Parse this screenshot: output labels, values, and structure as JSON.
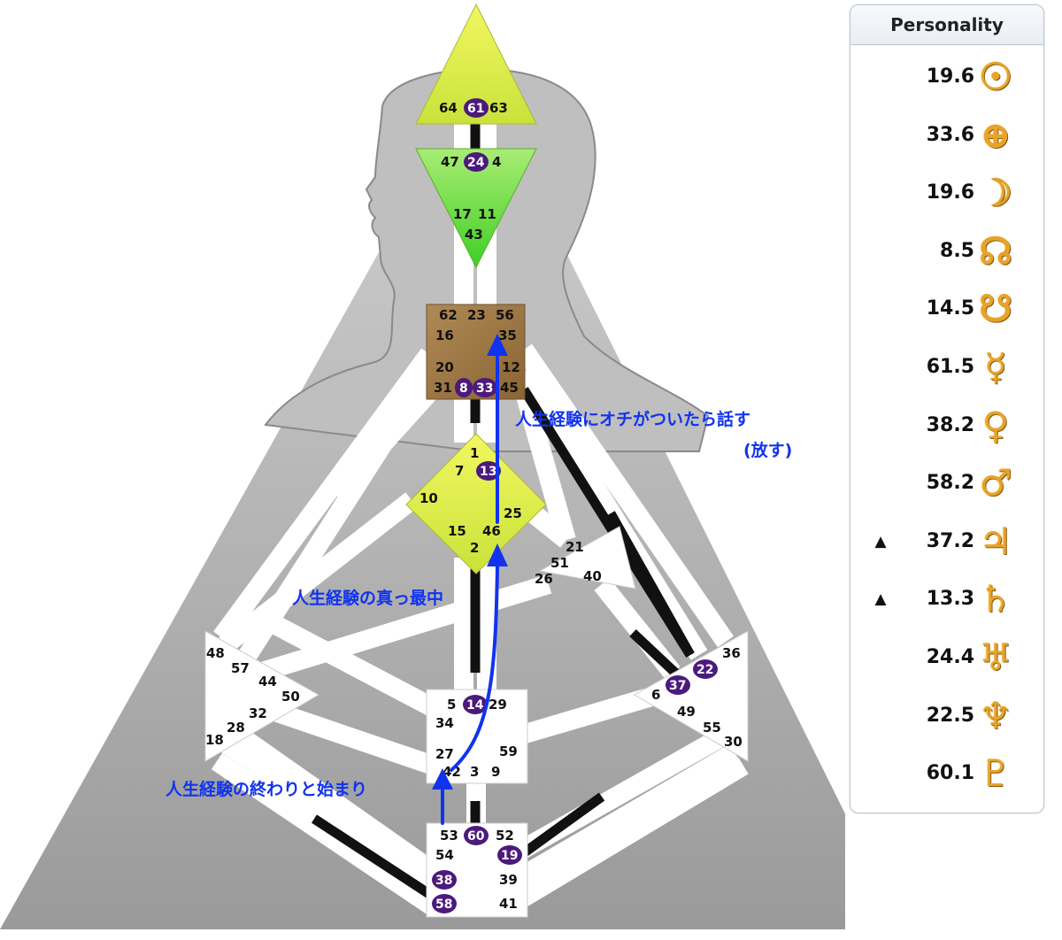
{
  "panel": {
    "title": "Personality",
    "rows": [
      {
        "marker": "",
        "value": "19.6",
        "symbol": "☉",
        "icon": "sun-icon"
      },
      {
        "marker": "",
        "value": "33.6",
        "symbol": "⊕",
        "icon": "earth-icon"
      },
      {
        "marker": "",
        "value": "19.6",
        "symbol": "☽",
        "icon": "moon-icon"
      },
      {
        "marker": "",
        "value": "8.5",
        "symbol": "☊",
        "icon": "north-node-icon"
      },
      {
        "marker": "",
        "value": "14.5",
        "symbol": "☋",
        "icon": "south-node-icon"
      },
      {
        "marker": "",
        "value": "61.5",
        "symbol": "☿",
        "icon": "mercury-icon"
      },
      {
        "marker": "",
        "value": "38.2",
        "symbol": "♀",
        "icon": "venus-icon"
      },
      {
        "marker": "",
        "value": "58.2",
        "symbol": "♂",
        "icon": "mars-icon"
      },
      {
        "marker": "▲",
        "value": "37.2",
        "symbol": "♃",
        "icon": "jupiter-icon"
      },
      {
        "marker": "▲",
        "value": "13.3",
        "symbol": "♄",
        "icon": "saturn-icon"
      },
      {
        "marker": "",
        "value": "24.4",
        "symbol": "♅",
        "icon": "uranus-icon"
      },
      {
        "marker": "",
        "value": "22.5",
        "symbol": "♆",
        "icon": "neptune-icon"
      },
      {
        "marker": "",
        "value": "60.1",
        "symbol": "♇",
        "icon": "pluto-icon"
      }
    ]
  },
  "annotations": {
    "top_line1": "人生経験にオチがついたら話す",
    "top_line2": "(放す)",
    "middle": "人生経験の真っ最中",
    "bottom": "人生経験の終わりと始まり"
  },
  "gates": {
    "g64": "64",
    "g61": "61",
    "g63": "63",
    "g47": "47",
    "g24": "24",
    "g4": "4",
    "g17": "17",
    "g11": "11",
    "g43": "43",
    "g62": "62",
    "g23": "23",
    "g56": "56",
    "g16": "16",
    "g35": "35",
    "g20": "20",
    "g12": "12",
    "g31": "31",
    "g8": "8",
    "g33": "33",
    "g45": "45",
    "g1": "1",
    "g7": "7",
    "g13": "13",
    "g10": "10",
    "g25": "25",
    "g15": "15",
    "g46": "46",
    "g2": "2",
    "g21": "21",
    "g51": "51",
    "g26": "26",
    "g40": "40",
    "g48": "48",
    "g57": "57",
    "g44": "44",
    "g50": "50",
    "g32": "32",
    "g28": "28",
    "g18": "18",
    "g36": "36",
    "g22": "22",
    "g37": "37",
    "g6": "6",
    "g49": "49",
    "g55": "55",
    "g30": "30",
    "g5": "5",
    "g14": "14",
    "g29": "29",
    "g34": "34",
    "g27": "27",
    "g59": "59",
    "g42": "42",
    "g3": "3",
    "g9": "9",
    "g53": "53",
    "g60": "60",
    "g52": "52",
    "g54": "54",
    "g19": "19",
    "g38": "38",
    "g39": "39",
    "g58": "58",
    "g41": "41"
  },
  "colors": {
    "head_center": "#e4f15a",
    "ajna_center": "#63d72f",
    "throat_center": "#a57f4b",
    "g_center": "#e4f15a",
    "active_gate": "#4b1a7c",
    "annotation": "#1133ee"
  }
}
